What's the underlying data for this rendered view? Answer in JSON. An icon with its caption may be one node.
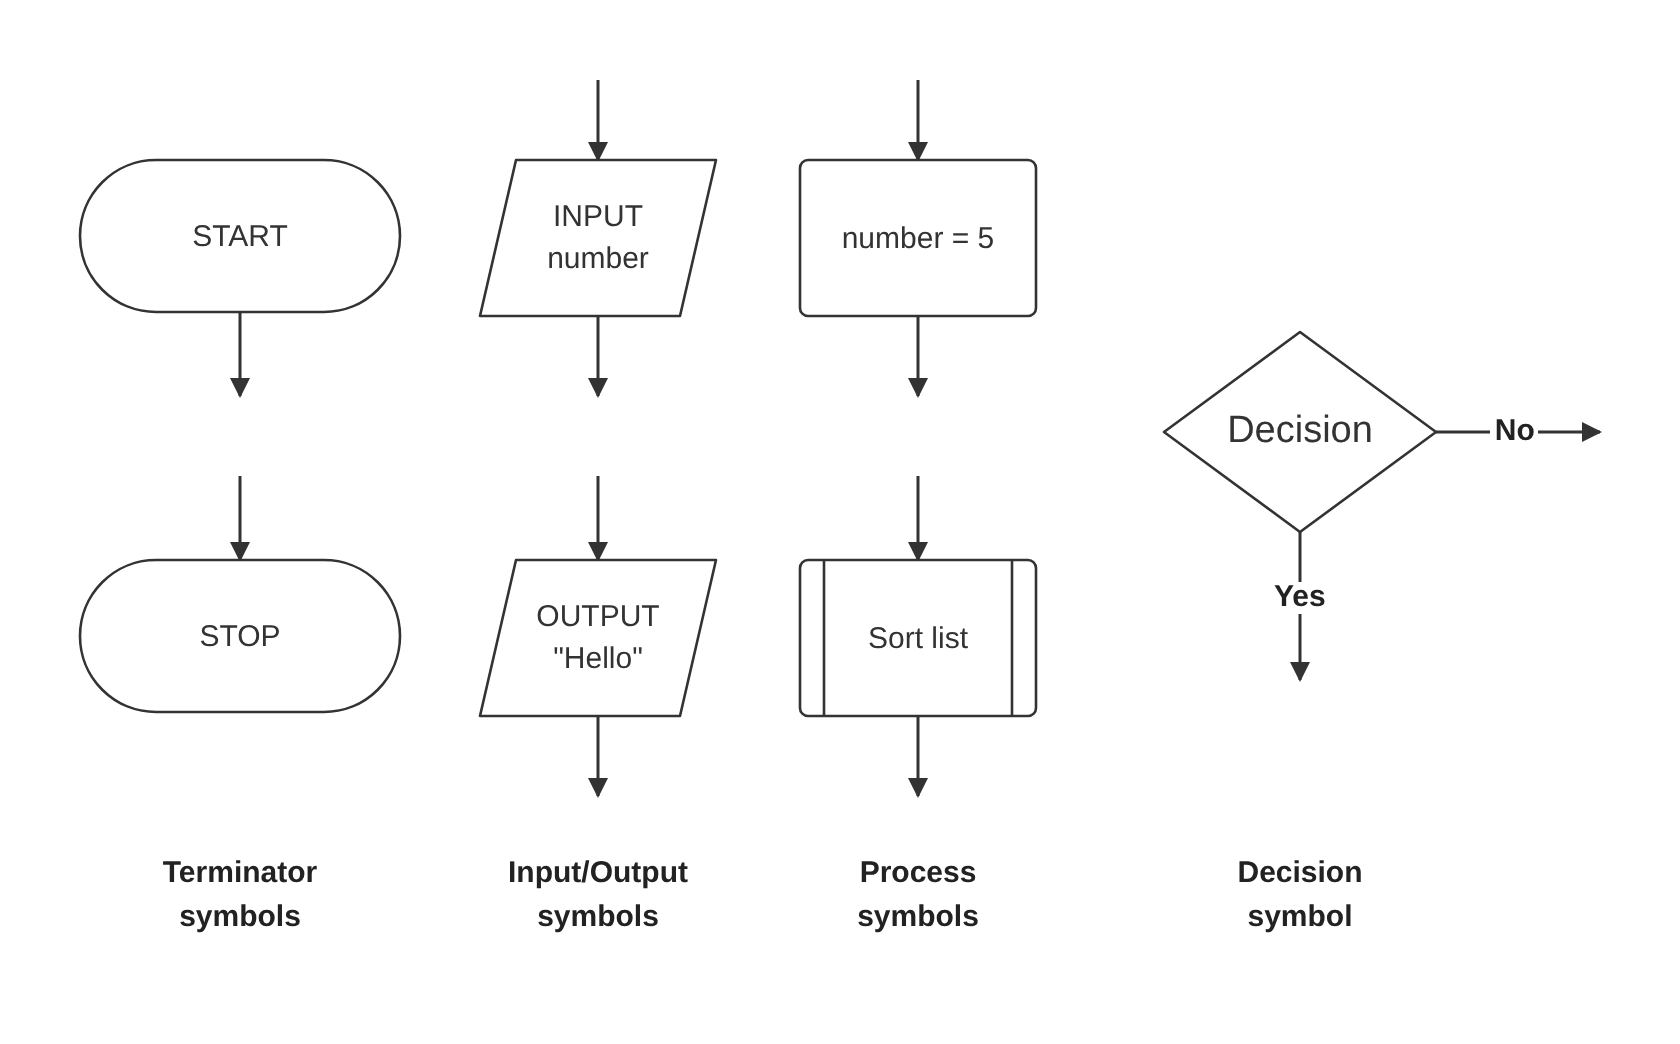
{
  "diagram": {
    "nodes": [
      {
        "text": [
          "START"
        ]
      },
      {
        "text": [
          "STOP"
        ]
      },
      {
        "text": [
          "INPUT number"
        ]
      },
      {
        "text": [
          "OUTPUT \"Hello\""
        ]
      },
      {
        "text": [
          "number = 5"
        ]
      },
      {
        "text": [
          "Sort list"
        ]
      },
      {
        "text": [
          "Decision"
        ]
      }
    ],
    "edges": [
      {
        "from": 0,
        "to": null,
        "arrow": "to"
      },
      {
        "from": null,
        "to": 1,
        "arrow": "to"
      },
      {
        "from": null,
        "to": 2,
        "arrow": "to"
      },
      {
        "from": 2,
        "to": null,
        "arrow": "to"
      },
      {
        "from": null,
        "to": 3,
        "arrow": "to"
      },
      {
        "from": 3,
        "to": null,
        "arrow": "to"
      },
      {
        "from": null,
        "to": 4,
        "arrow": "to"
      },
      {
        "from": 4,
        "to": null,
        "arrow": "to"
      },
      {
        "from": null,
        "to": 5,
        "arrow": "to"
      },
      {
        "from": 5,
        "to": null,
        "arrow": "to"
      },
      {
        "from": 6,
        "to": null,
        "arrow": "to",
        "label": "No"
      },
      {
        "from": 6,
        "to": null,
        "arrow": "to",
        "label": "Yes"
      }
    ],
    "labels": [
      "Terminator symbols",
      "Input/Output symbols",
      "Process symbols",
      "Decision symbol"
    ]
  }
}
